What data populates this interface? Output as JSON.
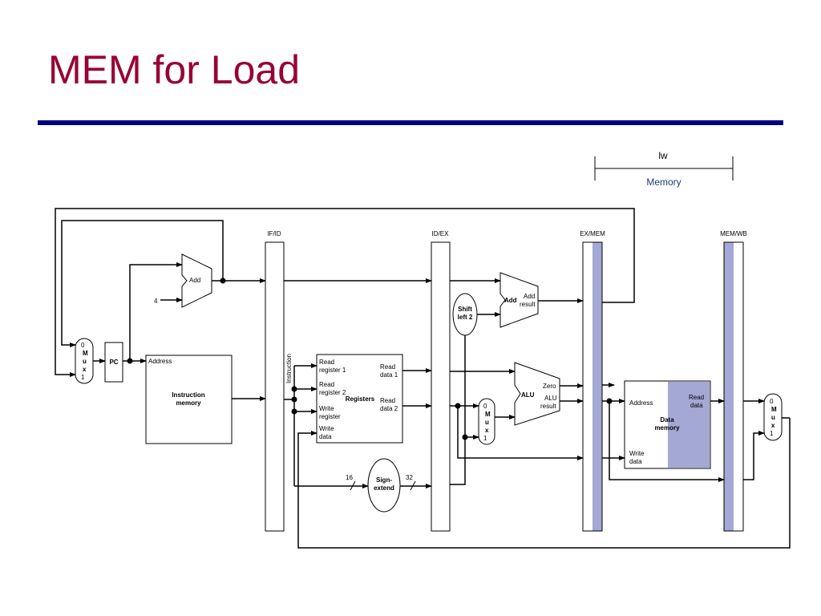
{
  "title": "MEM for Load",
  "stage_indicator": {
    "instruction": "lw",
    "stage": "Memory"
  },
  "pipeline_registers": [
    "IF/ID",
    "ID/EX",
    "EX/MEM",
    "MEM/WB"
  ],
  "blocks": {
    "pc": "PC",
    "pc_adder": "Add",
    "four": "4",
    "mux_0": "0",
    "mux_m": "M",
    "mux_u": "u",
    "mux_x": "x",
    "mux_1": "1",
    "address": "Address",
    "instruction_memory_1": "Instruction",
    "instruction_memory_2": "memory",
    "instruction_label": "Instruction",
    "read_register_1a": "Read",
    "read_register_1b": "register 1",
    "read_register_2a": "Read",
    "read_register_2b": "register 2",
    "registers": "Registers",
    "write_register_a": "Write",
    "write_register_b": "register",
    "write_data_a": "Write",
    "write_data_b": "data",
    "read_data_1a": "Read",
    "read_data_1b": "data 1",
    "read_data_2a": "Read",
    "read_data_2b": "data 2",
    "bits_16": "16",
    "bits_32": "32",
    "sign_extend_1": "Sign-",
    "sign_extend_2": "extend",
    "shift_left_1": "Shift",
    "shift_left_2": "left 2",
    "branch_add": "Add",
    "add_result_1": "Add",
    "add_result_2": "result",
    "alu": "ALU",
    "zero": "Zero",
    "alu_result_1": "ALU",
    "alu_result_2": "result",
    "dm_address": "Address",
    "dm_read_data_1": "Read",
    "dm_read_data_2": "data",
    "data_memory_1": "Data",
    "data_memory_2": "memory",
    "dm_write_data_1": "Write",
    "dm_write_data_2": "data"
  },
  "colors": {
    "title": "#990033",
    "rule": "#000080",
    "stage_label": "#1f3c7a",
    "highlight": "#a3a8d4"
  }
}
